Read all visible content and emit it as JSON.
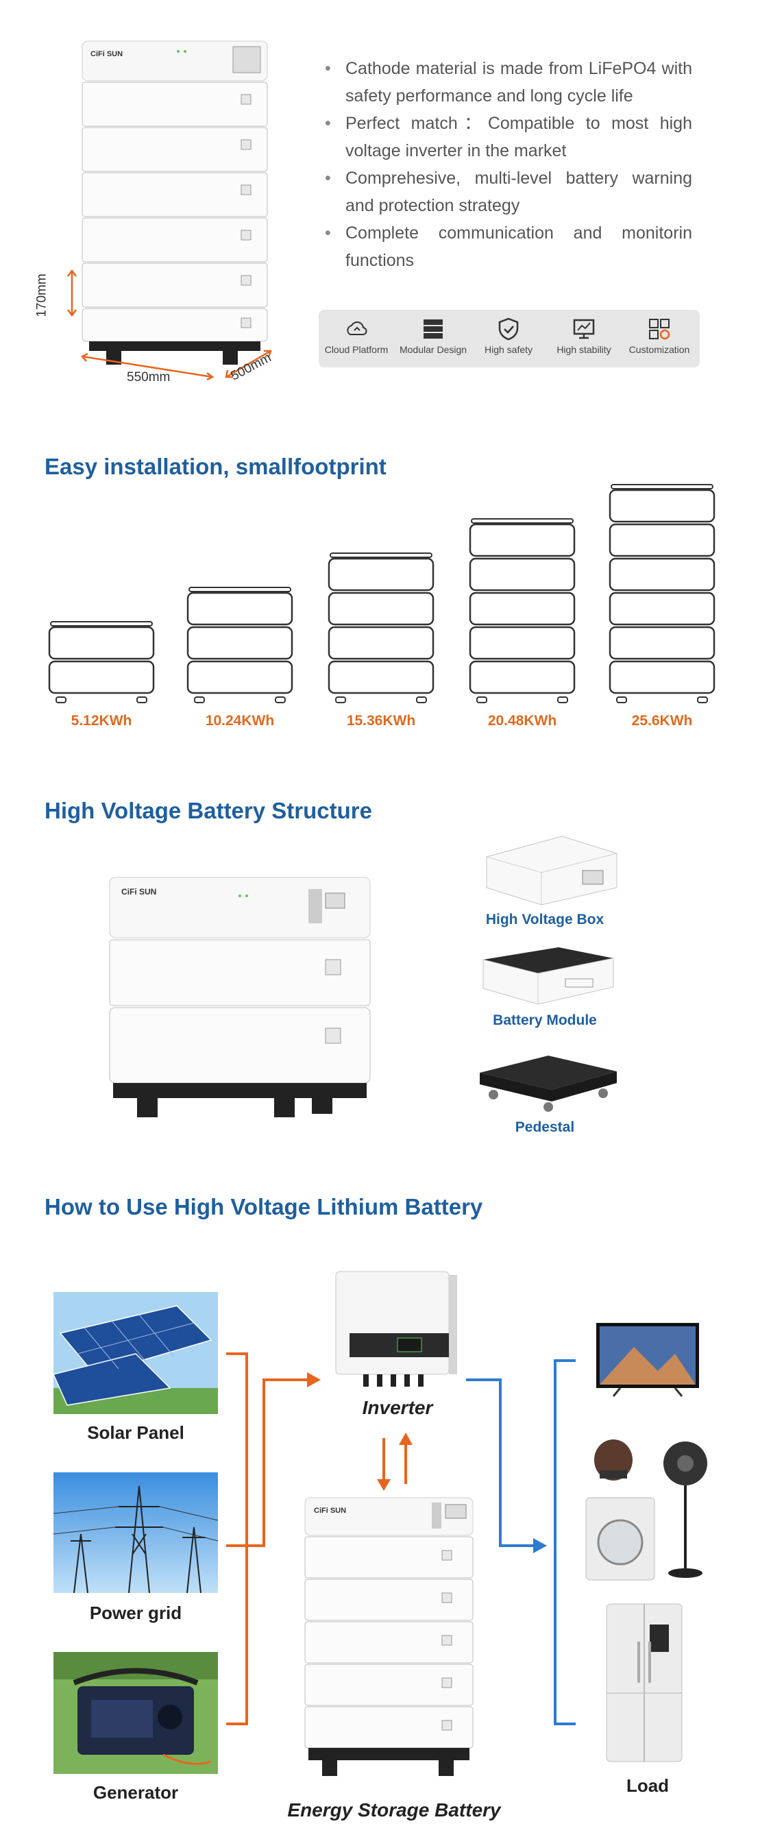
{
  "product": {
    "brand": "CiFi SUN",
    "dim_height": "170mm",
    "dim_width": "550mm",
    "dim_depth": "500mm"
  },
  "bullets": [
    "Cathode material is made from LiFePO4 with safety performance and long cycle life",
    "Perfect match：Compatible to most high voltage inverter in the market",
    "Comprehesive, multi-level battery warning and protection strategy",
    "Complete communication and monitorin functions"
  ],
  "features": [
    {
      "label": "Cloud Platform",
      "icon": "cloud-icon"
    },
    {
      "label": "Modular Design",
      "icon": "modules-icon"
    },
    {
      "label": "High safety",
      "icon": "shield-icon"
    },
    {
      "label": "High stability",
      "icon": "monitor-icon"
    },
    {
      "label": "Customization",
      "icon": "grid-gear-icon"
    }
  ],
  "sections": {
    "install_title": "Easy installation, smallfootprint",
    "structure_title": "High Voltage Battery Structure",
    "usage_title": "How to Use High Voltage Lithium Battery"
  },
  "capacities": [
    {
      "label": "5.12KWh",
      "modules": 2
    },
    {
      "label": "10.24KWh",
      "modules": 3
    },
    {
      "label": "15.36KWh",
      "modules": 4
    },
    {
      "label": "20.48KWh",
      "modules": 5
    },
    {
      "label": "25.6KWh",
      "modules": 6
    }
  ],
  "structure_parts": [
    "High Voltage Box",
    "Battery Module",
    "Pedestal"
  ],
  "usage": {
    "sources": [
      "Solar Panel",
      "Power grid",
      "Generator"
    ],
    "inverter": "Inverter",
    "battery": "Energy Storage Battery",
    "load": "Load"
  },
  "colors": {
    "heading_blue": "#1f5f9e",
    "capacity_orange": "#e06a1e",
    "arrow_orange": "#e8651f",
    "arrow_blue": "#2e7bd0"
  }
}
